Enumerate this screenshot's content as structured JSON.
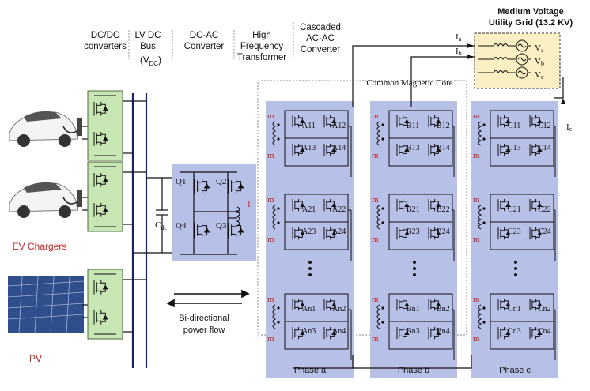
{
  "headers": {
    "dcdc": [
      "DC/DC",
      "converters"
    ],
    "lvdc": [
      "LV DC",
      "Bus"
    ],
    "vdc": "(V",
    "vdc_sub": "DC",
    "vdc_end": ")",
    "dcac": [
      "DC-AC",
      "Converter"
    ],
    "hft": [
      "High",
      "Frequency",
      "Transformer"
    ],
    "cascaded": [
      "Cascaded",
      "AC-AC",
      "Converter"
    ],
    "grid": [
      "Medium Voltage",
      "Utility Grid (13.2 KV)"
    ]
  },
  "sources": {
    "ev_label": "EV Chargers",
    "pv_label": "PV"
  },
  "dc_cap": "C",
  "dc_cap_sub": "dc",
  "switches": [
    "Q1",
    "Q2",
    "Q4",
    "Q3"
  ],
  "turns_ratio": "1",
  "magnetic_core": "Common Magnetic Core",
  "flow_label": [
    "Bi-directional",
    "power flow"
  ],
  "winding_mark": "m",
  "currents": [
    "I",
    "I",
    "I"
  ],
  "current_subs": [
    "a",
    "b",
    "c"
  ],
  "voltages": [
    "V",
    "V",
    "V"
  ],
  "voltage_subs": [
    "a",
    "b",
    "c"
  ],
  "ellipsis": "•\n•\n•",
  "phases": [
    {
      "name": "Phase a",
      "letter": "A",
      "cells": [
        {
          "tl": "A11",
          "tr": "A12",
          "bl": "A13",
          "br": "A14"
        },
        {
          "tl": "A21",
          "tr": "A22",
          "bl": "A23",
          "br": "A24"
        },
        {
          "tl": "An1",
          "tr": "An2",
          "bl": "An3",
          "br": "An4"
        }
      ]
    },
    {
      "name": "Phase b",
      "letter": "B",
      "cells": [
        {
          "tl": "B11",
          "tr": "B12",
          "bl": "B13",
          "br": "B14"
        },
        {
          "tl": "B21",
          "tr": "B22",
          "bl": "B23",
          "br": "B24"
        },
        {
          "tl": "Bn1",
          "tr": "Bn2",
          "bl": "Bn3",
          "br": "Bn4"
        }
      ]
    },
    {
      "name": "Phase c",
      "letter": "C",
      "cells": [
        {
          "tl": "C11",
          "tr": "C12",
          "bl": "C13",
          "br": "C14"
        },
        {
          "tl": "C21",
          "tr": "C22",
          "bl": "C23",
          "br": "C24"
        },
        {
          "tl": "Cn1",
          "tr": "Cn2",
          "bl": "Cn3",
          "br": "Cn4"
        }
      ]
    }
  ],
  "colors": {
    "panel": "#b7c0e6",
    "converter": "#c8e6b4",
    "grid_box": "#fbefc4",
    "label_red": "#c0282a",
    "bus": "#1a1f6b"
  }
}
